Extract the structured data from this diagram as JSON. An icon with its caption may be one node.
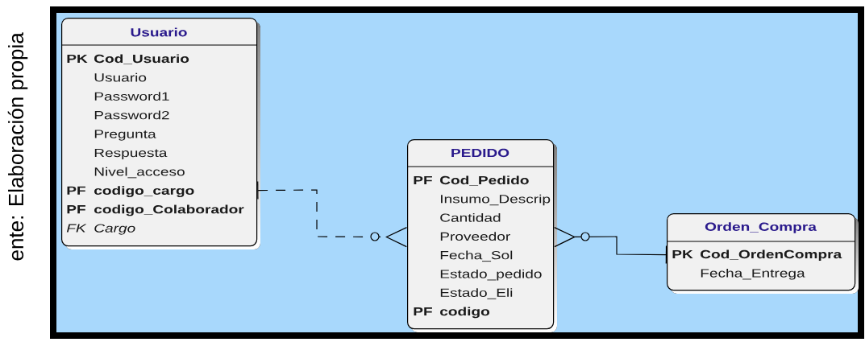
{
  "diagram": {
    "nodes": [
      {
        "text": [
          "Usuario",
          "PK",
          "Cod_Usuario",
          "Usuario",
          "Password1",
          "Password2",
          "Pregunta",
          "Respuesta",
          "Nivel_acceso",
          "PF",
          "codigo_cargo",
          "PF",
          "codigo_Colaborador",
          "FK",
          "Cargo"
        ]
      },
      {
        "text": [
          "PEDIDO",
          "PF",
          "Cod_Pedido",
          "Insumo_Descrip",
          "Cantidad",
          "Proveedor",
          "Fecha_Sol",
          "Estado_pedido",
          "Estado_Eli",
          "PF",
          "codigo"
        ]
      },
      {
        "text": [
          "Orden_Compra",
          "PK",
          "Cod_OrdenCompra",
          "Fecha_Entrega"
        ]
      }
    ],
    "edges": [
      {
        "from": 0,
        "to": 1,
        "arrow": "other",
        "style": "dashed"
      },
      {
        "from": 2,
        "to": 1,
        "arrow": "other"
      }
    ],
    "labels": [
      "ente: Elaboración propia"
    ]
  }
}
